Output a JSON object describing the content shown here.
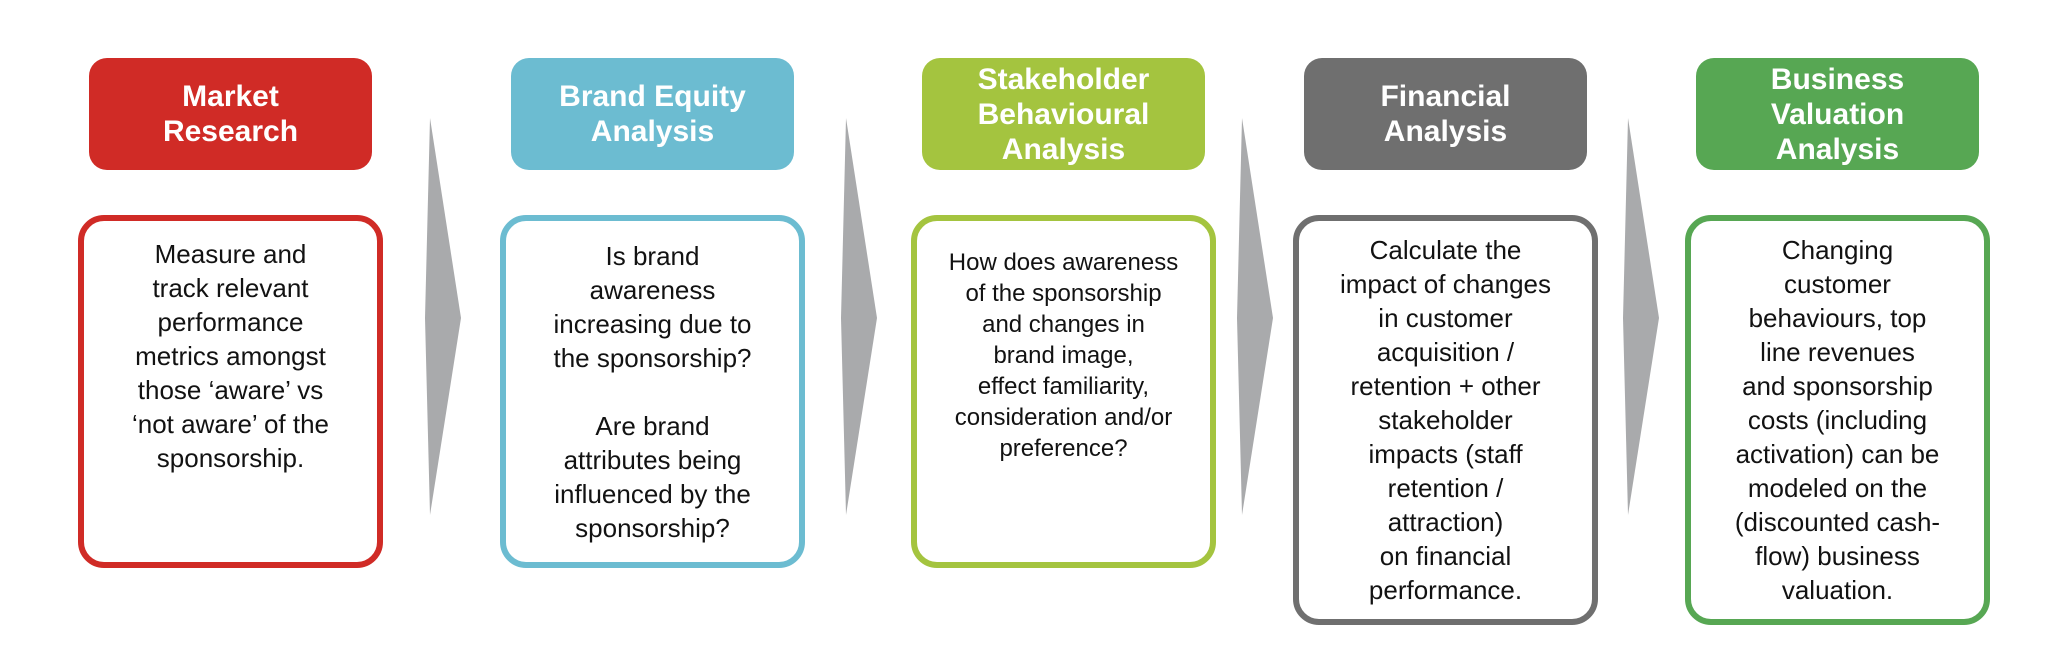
{
  "diagram": {
    "kind": "process-flow",
    "stage_count": 5
  },
  "flow_arrow": {
    "color": "#a9aaac",
    "direction": "right"
  },
  "stages": [
    {
      "id": "market-research",
      "header": "Market\nResearch",
      "accent": "#d02b26",
      "body": "Measure and\ntrack relevant\nperformance\nmetrics amongst\nthose ‘aware’ vs\n‘not aware’ of the\nsponsorship."
    },
    {
      "id": "brand-equity-analysis",
      "header": "Brand Equity\nAnalysis",
      "accent": "#6cbcd1",
      "body": "Is brand\nawareness\nincreasing due to\nthe sponsorship?\n\nAre brand\nattributes being\ninfluenced by the\nsponsorship?"
    },
    {
      "id": "stakeholder-behavioural-analysis",
      "header": "Stakeholder\nBehavioural\nAnalysis",
      "accent": "#a4c43f",
      "body": "How does awareness\nof the sponsorship\nand changes in\nbrand image,\neffect familiarity,\nconsideration and/or\npreference?"
    },
    {
      "id": "financial-analysis",
      "header": "Financial\nAnalysis",
      "accent": "#6f6f6f",
      "body": "Calculate the\nimpact of changes\nin customer\nacquisition /\nretention + other\nstakeholder\nimpacts (staff\nretention /\nattraction)\non financial\nperformance."
    },
    {
      "id": "business-valuation-analysis",
      "header": "Business\nValuation\nAnalysis",
      "accent": "#57a753",
      "body": "Changing\ncustomer\nbehaviours, top\nline revenues\nand sponsorship\ncosts (including\nactivation) can be\nmodeled on the\n(discounted cash-\nflow) business\nvaluation."
    }
  ]
}
